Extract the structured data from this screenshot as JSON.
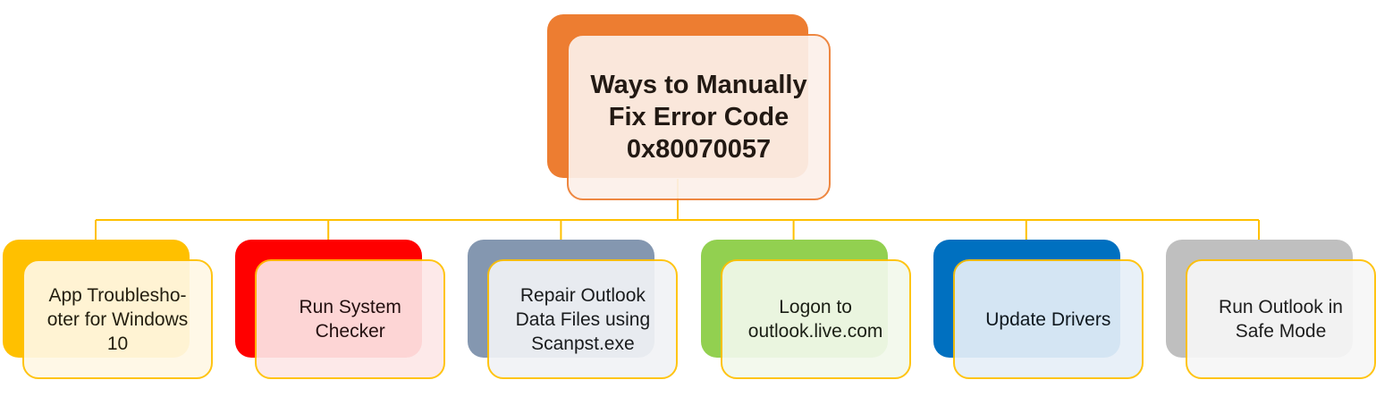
{
  "root": {
    "lines": [
      "Ways to Manually",
      "Fix Error Code",
      "0x80070057"
    ],
    "back_color": "#ED7D31",
    "front_fill": "#FCF0EA",
    "border_color": "#ED7D31"
  },
  "connector_color": "#FFC000",
  "children": [
    {
      "lines": [
        "App Troublesho-",
        "oter for Windows",
        "10"
      ],
      "color": "#FFC000",
      "fill": "#FFF8E5"
    },
    {
      "lines": [
        "Run System",
        "Checker"
      ],
      "color": "#FF0000",
      "fill": "#FDE8E8"
    },
    {
      "lines": [
        "Repair Outlook",
        "Data Files using",
        "Scanpst.exe"
      ],
      "color": "#8497B0",
      "fill": "#F1F3F6"
    },
    {
      "lines": [
        "Logon to",
        "outlook.live.com"
      ],
      "color": "#92D050",
      "fill": "#F2F9EC"
    },
    {
      "lines": [
        "Update Drivers"
      ],
      "color": "#0070C0",
      "fill": "#E7EFF8"
    },
    {
      "lines": [
        "Run Outlook in",
        "Safe Mode"
      ],
      "color": "#BFBFBF",
      "fill": "#F7F7F7"
    }
  ]
}
